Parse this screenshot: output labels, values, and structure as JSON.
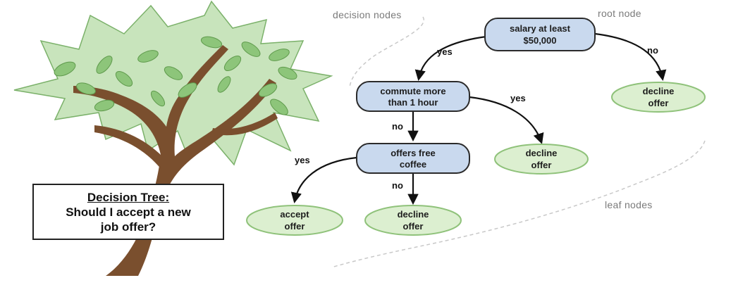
{
  "title": {
    "heading": "Decision Tree:",
    "lines": [
      "Should I accept a new",
      "job offer?"
    ]
  },
  "annotations": {
    "decision_nodes": "decision nodes",
    "root_node": "root node",
    "leaf_nodes": "leaf nodes"
  },
  "nodes": {
    "root": [
      "salary at least",
      "$50,000"
    ],
    "commute": [
      "commute more",
      "than 1 hour"
    ],
    "coffee": [
      "offers free",
      "coffee"
    ],
    "leaf_root_no": [
      "decline",
      "offer"
    ],
    "leaf_commute_yes": [
      "decline",
      "offer"
    ],
    "leaf_coffee_yes": [
      "accept",
      "offer"
    ],
    "leaf_coffee_no": [
      "decline",
      "offer"
    ]
  },
  "edges": {
    "root_yes": "yes",
    "root_no": "no",
    "commute_yes": "yes",
    "commute_no": "no",
    "coffee_yes": "yes",
    "coffee_no": "no"
  },
  "colors": {
    "decision_fill": "#c9d9ee",
    "decision_stroke": "#2b2b2b",
    "leaf_fill": "#dcefd0",
    "leaf_stroke": "#8fc27a",
    "tree_trunk": "#7a4f2e",
    "tree_canopy": "#c8e4bc",
    "tree_canopy_stroke": "#7bb16a",
    "leaf_green": "#8dc57a",
    "dashed_line": "#c8c8c8"
  },
  "icons": {
    "illustration": "tree-illustration"
  }
}
